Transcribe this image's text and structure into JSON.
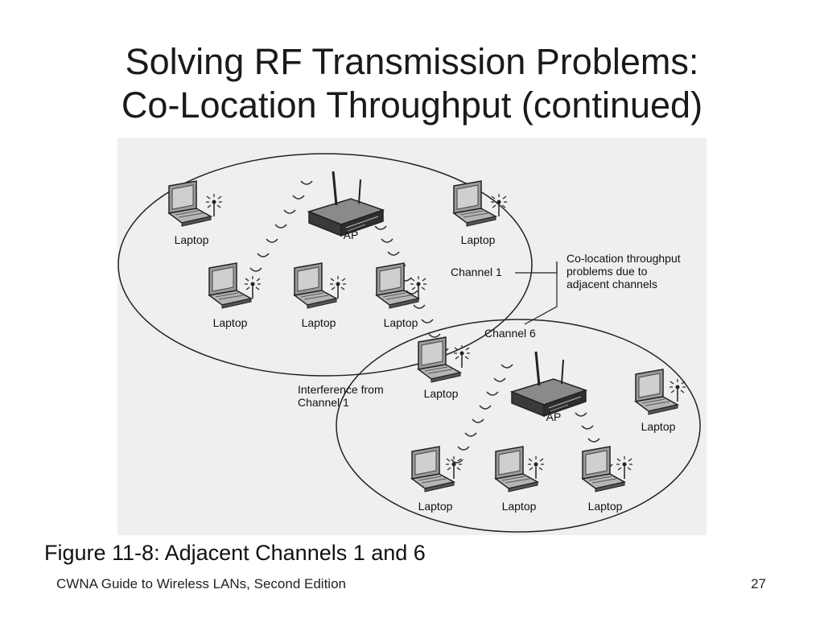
{
  "slide": {
    "title_line1": "Solving RF Transmission Problems:",
    "title_line2": "Co-Location Throughput (continued)",
    "caption": "Figure 11-8: Adjacent Channels 1 and 6",
    "footer": "CWNA Guide to Wireless LANs, Second Edition",
    "page_number": "27"
  },
  "diagram": {
    "ap_label": "AP",
    "laptop_label": "Laptop",
    "channel1_label": "Channel 1",
    "channel6_label": "Channel 6",
    "colocation_note": [
      "Co-location throughput",
      "problems due to",
      "adjacent channels"
    ],
    "interference_note": [
      "Interference from",
      "Channel 1"
    ],
    "figure_background": "#efefef",
    "ink_color": "#2a2a2a"
  }
}
